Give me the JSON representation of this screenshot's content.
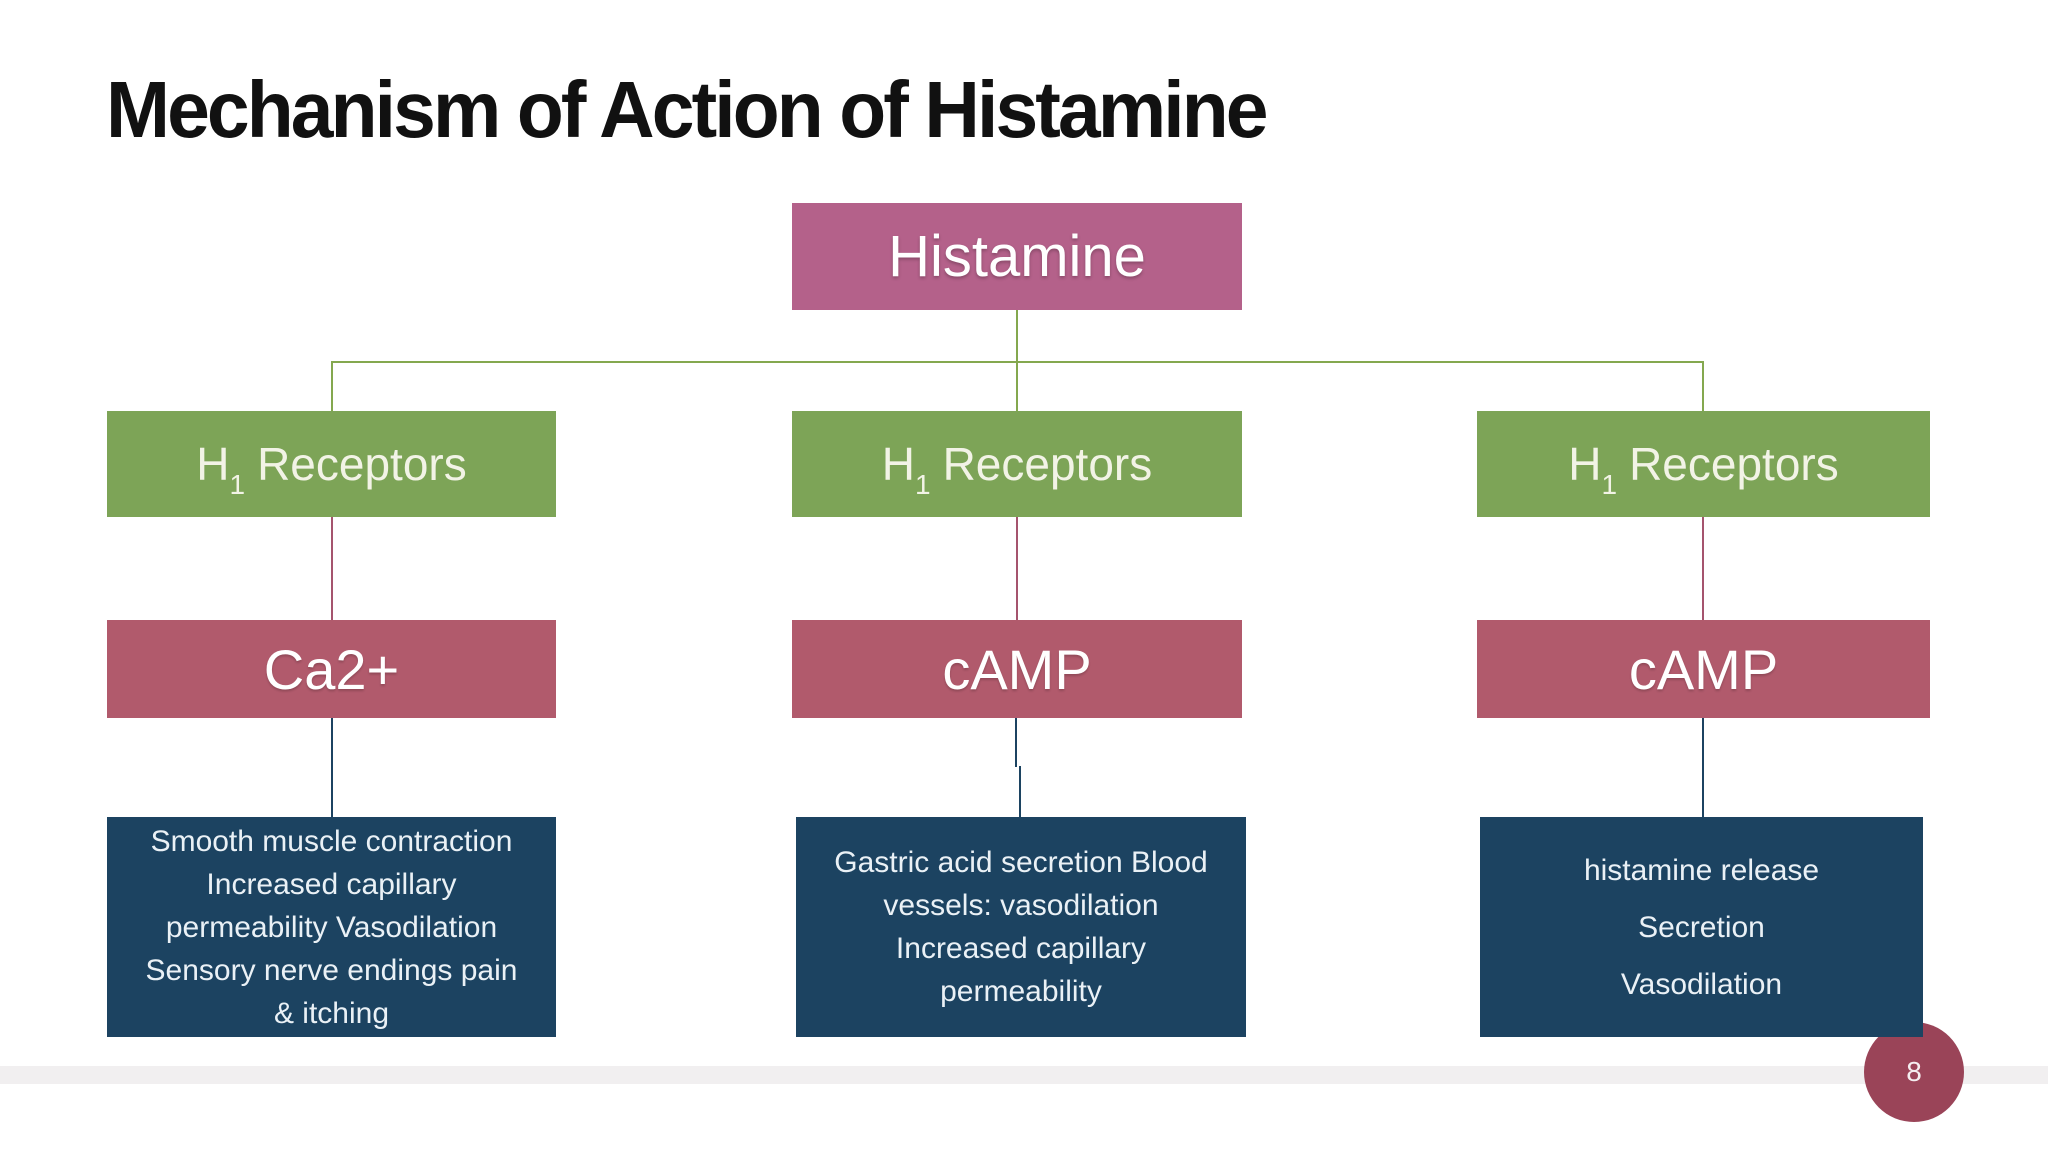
{
  "slide": {
    "title": "Mechanism of Action of Histamine",
    "page_number": "8"
  },
  "colors": {
    "title-text": "#111111",
    "histamine-fill": "#b4618a",
    "receptor-fill": "#7da457",
    "messenger-fill": "#b15a6c",
    "effect-fill": "#1c4361",
    "connector-green": "#84a84f",
    "connector-rose": "#a5546e",
    "connector-navy": "#1c4361",
    "page-badge-fill": "#9a4458",
    "footer-band": "#f1eff0",
    "box-text": "#ffffff",
    "receptor-text": "#f2f3e6",
    "effect-text": "#eaf1f6"
  },
  "diagram": {
    "root_label": "Histamine",
    "columns": [
      {
        "receptor": {
          "symbol": "H",
          "subscript": "1",
          "suffix": "Receptors"
        },
        "second_messenger": "Ca2+",
        "effects": "Smooth muscle contraction\nIncreased capillary\npermeability Vasodilation\nSensory nerve endings pain\n& itching"
      },
      {
        "receptor": {
          "symbol": "H",
          "subscript": "1",
          "suffix": "Receptors"
        },
        "second_messenger": "cAMP",
        "effects": "Gastric acid secretion Blood\nvessels: vasodilation\nIncreased capillary\npermeability"
      },
      {
        "receptor": {
          "symbol": "H",
          "subscript": "1",
          "suffix": "Receptors"
        },
        "second_messenger": "cAMP",
        "effects": "histamine release\nSecretion\nVasodilation"
      }
    ]
  }
}
